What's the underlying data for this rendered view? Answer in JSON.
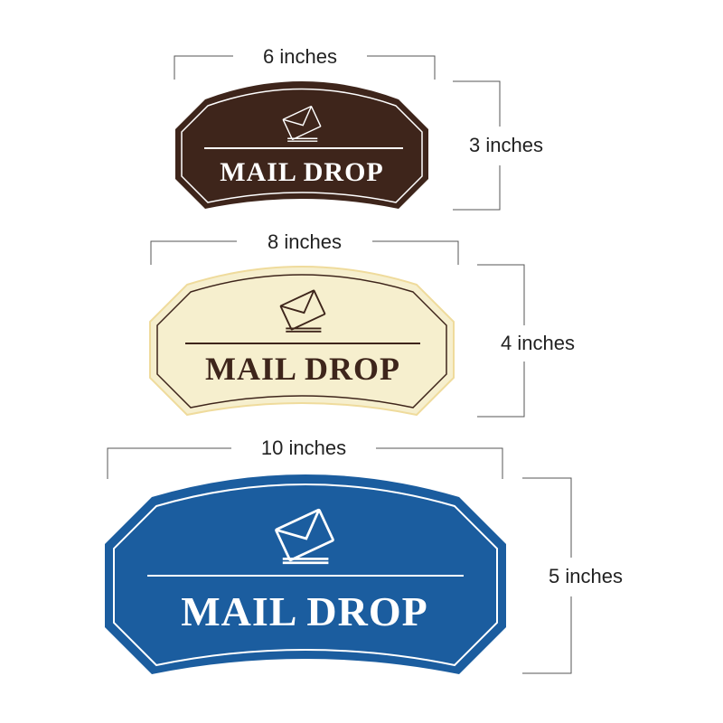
{
  "signs": [
    {
      "id": "small",
      "title": "MAIL DROP",
      "width_label": "6 inches",
      "height_label": "3 inches",
      "color_hex": "#3e251b",
      "text_color_hex": "#ffffff",
      "icon": "mail-drop-envelope-icon"
    },
    {
      "id": "medium",
      "title": "MAIL DROP",
      "width_label": "8 inches",
      "height_label": "4 inches",
      "color_hex": "#f6efce",
      "text_color_hex": "#3e251b",
      "icon": "mail-drop-envelope-icon"
    },
    {
      "id": "large",
      "title": "MAIL DROP",
      "width_label": "10 inches",
      "height_label": "5 inches",
      "color_hex": "#1b5d9f",
      "text_color_hex": "#ffffff",
      "icon": "mail-drop-envelope-icon"
    }
  ]
}
